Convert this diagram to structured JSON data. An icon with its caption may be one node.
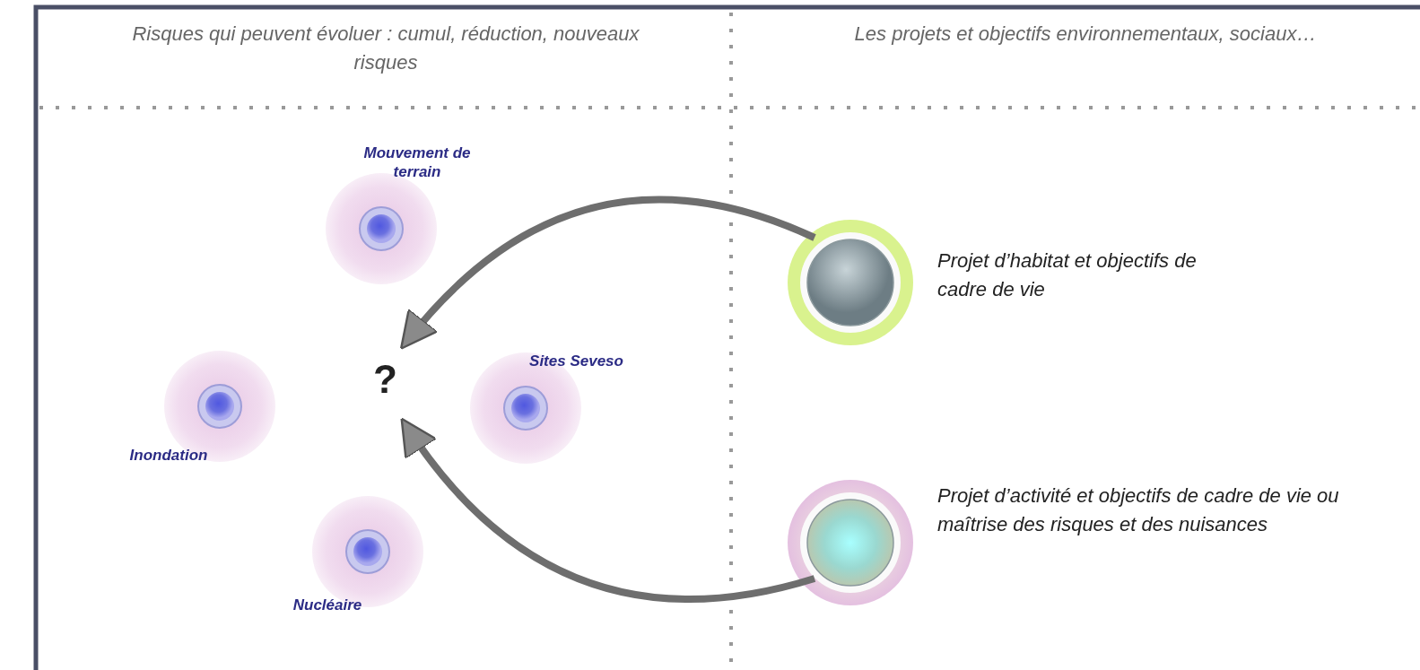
{
  "diagram": {
    "nodes": [
      {
        "text": [
          "Mouvement de terrain"
        ]
      },
      {
        "text": [
          "Inondation"
        ]
      },
      {
        "text": [
          "Sites Seveso"
        ]
      },
      {
        "text": [
          "Nucléaire"
        ]
      },
      {
        "text": [
          "?"
        ]
      },
      {
        "text": [
          "Projet d’habitat et objectifs de cadre de vie"
        ]
      },
      {
        "text": [
          "Projet d’activité et objectifs de cadre de vie ou maîtrise des risques et des nuisances"
        ]
      }
    ],
    "edges": [
      {
        "from": 5,
        "to": 4,
        "arrow": "to"
      },
      {
        "from": 6,
        "to": 4,
        "arrow": "to"
      }
    ],
    "labels": [
      "Risques qui peuvent évoluer : cumul, réduction, nouveaux risques",
      "Les projets et objectifs environnementaux, sociaux…"
    ]
  }
}
